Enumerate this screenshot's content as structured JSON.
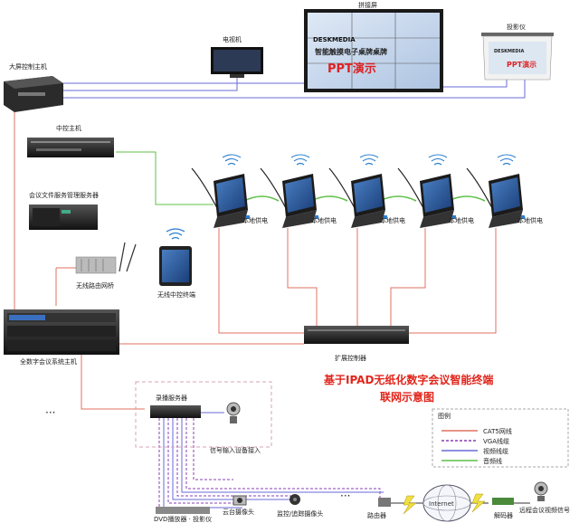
{
  "labels": {
    "big_screen_host": "大屏控制主机",
    "tv": "电视机",
    "led_screen": "拼接屏",
    "projector": "投影仪",
    "central_host": "中控主机",
    "file_server": "会议文件服务管理服务器",
    "wireless_bridge": "无线路由网桥",
    "wireless_pad": "无线中控终端",
    "main_host": "全数字会议系统主机",
    "expander": "扩展控制器",
    "recorder": "录播服务器",
    "sign_left": "信号输入设备接入",
    "sign_bottom": "DVD播放器 · 投影仪",
    "cam1": "云台摄像头",
    "cam2": "监控/追踪摄像头",
    "router": "路由器",
    "internet": "Internet",
    "encoder": "解码器",
    "remote_site": "远程会议视频信号",
    "power_label": "本地供电",
    "ellipsis": "···"
  },
  "screen": {
    "logo": "DESKMEDIA",
    "line1": "智能触摸电子桌牌桌牌",
    "line2": "PPT演示"
  },
  "projector_screen": {
    "logo": "DESKMEDIA",
    "line": "PPT演示"
  },
  "title_lines": [
    "基于IPAD无纸化数字会议智能终端",
    "联网示意图"
  ],
  "legend": {
    "title": "图例",
    "items": [
      {
        "label": "CAT5网线",
        "color": "#e07060",
        "dash": ""
      },
      {
        "label": "VGA线缆",
        "color": "#8a3fb5",
        "dash": "3,2"
      },
      {
        "label": "视频线缆",
        "color": "#6a6ad8",
        "dash": ""
      },
      {
        "label": "音频线",
        "color": "#5fc04a",
        "dash": ""
      }
    ]
  },
  "terminals": [
    {
      "power": "本地供电"
    },
    {
      "power": "本地供电"
    },
    {
      "power": "本地供电"
    },
    {
      "power": "本地供电"
    },
    {
      "power": "本地供电"
    }
  ],
  "colors": {
    "cat5": "#e07060",
    "vga": "#8a3fb5",
    "video": "#6a6ad8",
    "audio": "#5fc04a",
    "title": "#e1251b",
    "signal": "#2a7fcf"
  }
}
